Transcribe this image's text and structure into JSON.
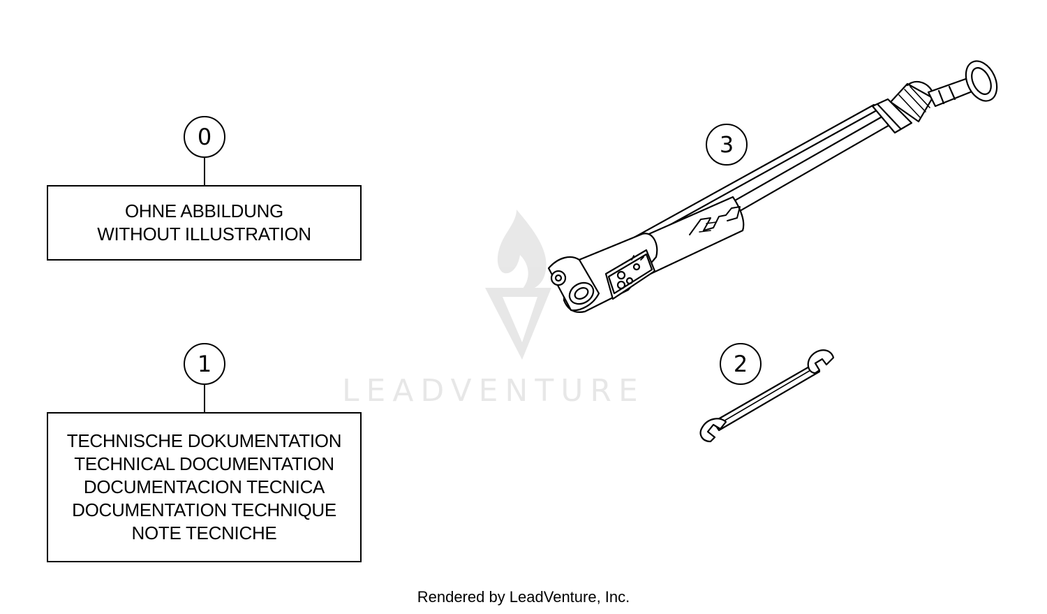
{
  "callouts": {
    "c0": "0",
    "c1": "1",
    "c2": "2",
    "c3": "3"
  },
  "box0": {
    "line1": "OHNE ABBILDUNG",
    "line2": "WITHOUT ILLUSTRATION"
  },
  "box1": {
    "line1": "TECHNISCHE DOKUMENTATION",
    "line2": "TECHNICAL DOCUMENTATION",
    "line3": "DOCUMENTACION TECNICA",
    "line4": "DOCUMENTATION TECHNIQUE",
    "line5": "NOTE TECNICHE"
  },
  "watermark": {
    "text": "LEADVENTURE"
  },
  "footer": {
    "text": "Rendered by LeadVenture, Inc."
  },
  "illustrations": {
    "item3": "air-pump-icon",
    "item2": "open-end-wrench-icon"
  }
}
